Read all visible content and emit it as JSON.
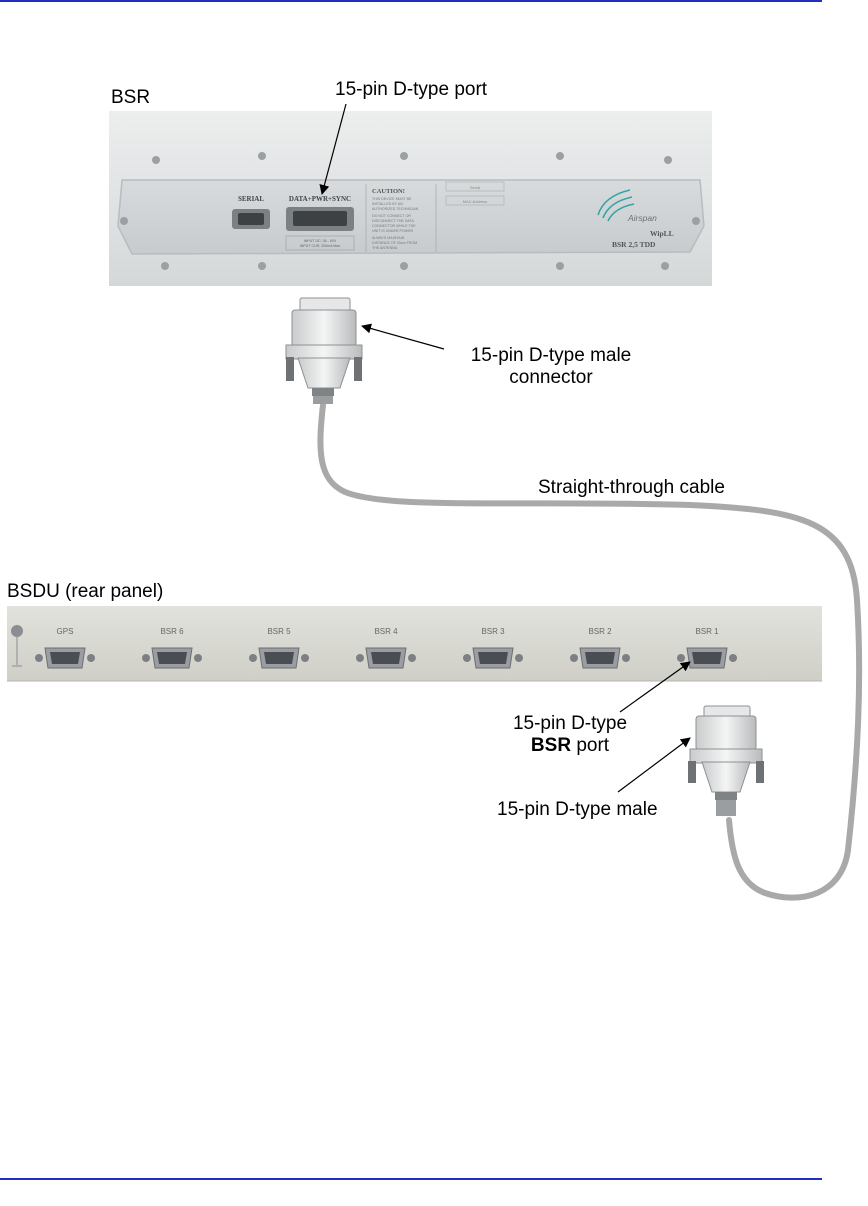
{
  "labels": {
    "bsr": "BSR",
    "bsr_port_top": "15-pin D-type port",
    "male_connector_line1": "15-pin D-type male",
    "male_connector_line2": "connector",
    "cable": "Straight-through cable",
    "bsdu": "BSDU (rear panel)",
    "bsr_port_line1": "15-pin D-type",
    "bsr_port_bold": "BSR",
    "bsr_port_rest": " port",
    "male_bottom": "15-pin D-type male"
  },
  "device": {
    "serial_label": "SERIAL",
    "data_label": "DATA+PWR+SYNC",
    "caution_title": "CAUTION!",
    "caution_line1": "THIS DEVICE MUST BE",
    "caution_line2": "INSTALLED BY AN",
    "caution_line3": "AUTHORIZED TECHNICIAN",
    "caution_line4": "DO NOT CONNECT OR",
    "caution_line5": "DISCONNECT THE DATA",
    "caution_line6": "CONNECTOR WHILE THE",
    "caution_line7": "UNIT IS UNDER POWER",
    "caution_line8": "ALWAYS MAINTAIN",
    "caution_line9": "DISTANCE OF 20cm FROM",
    "caution_line10": "THE ANTENNA",
    "input_line1": "INPUT DC: 36 - 60V",
    "input_line2": "INPUT CUR: 200mA Max",
    "brand": "Airspan",
    "model_line1": "WipLL",
    "model_line2": "BSR 2,5 TDD",
    "small_box1": "Serial",
    "small_box2": "MAC Address"
  },
  "bsdu_ports": [
    "GPS",
    "BSR 6",
    "BSR 5",
    "BSR 4",
    "BSR 3",
    "BSR 2",
    "BSR 1"
  ],
  "colors": {
    "rule": "#1f2fbf",
    "device_body": "#e2e4e4",
    "device_panel": "#d3d6d8",
    "bsdu_panel": "#d8d8d2",
    "cable": "#a9a9a9",
    "port_metal": "#8a8e92"
  }
}
